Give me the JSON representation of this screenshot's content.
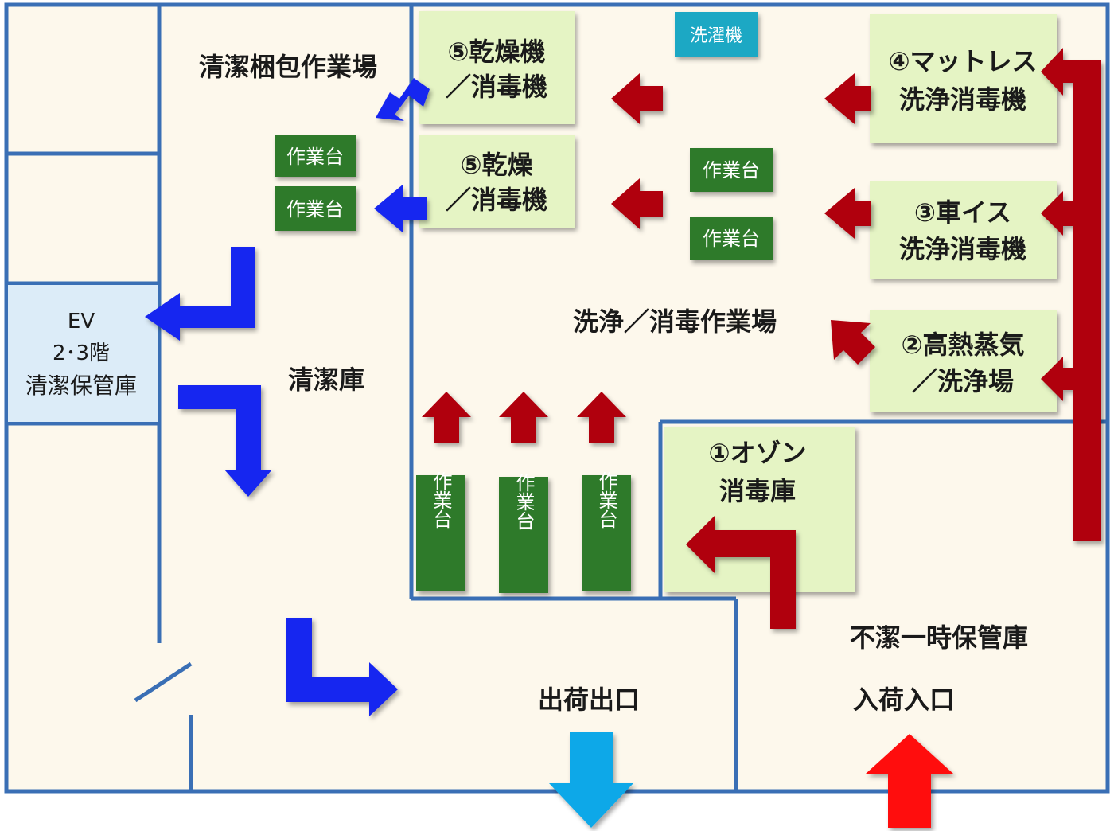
{
  "rooms": {
    "clean_packing": "清潔梱包作業場",
    "clean_storage": "清潔庫",
    "wash_work": "洗浄／消毒作業場",
    "dirty_storage": "不潔一時保管庫",
    "shipping_exit": "出荷出口",
    "receiving_entrance": "入荷入口"
  },
  "ev": {
    "line1": "EV",
    "line2": "2･3階",
    "line3": "清潔保管庫"
  },
  "machines": {
    "dryer1": {
      "line1": "⑤乾燥機",
      "line2": "／消毒機"
    },
    "dryer2": {
      "line1": "⑤乾燥",
      "line2": "／消毒機"
    },
    "mattress": {
      "line1": "④マットレス",
      "line2": "洗浄消毒機"
    },
    "wheelchair": {
      "line1": "③車イス",
      "line2": "洗浄消毒機"
    },
    "steam": {
      "line1": "②高熱蒸気",
      "line2": "／洗浄場"
    },
    "ozone": {
      "line1": "①オゾン",
      "line2": "消毒庫"
    },
    "washer": "洗濯機"
  },
  "workbench": "作業台",
  "colors": {
    "floor": "#fdf8ec",
    "wall": "#3a6fb5",
    "machine_fill": "#e5f4c4",
    "workbench": "#2e7a2a",
    "washer": "#1aa8c4",
    "ev_fill": "#dcecf8",
    "arrow_dirty": "#b00010",
    "arrow_clean": "#1426f0",
    "arrow_exit": "#10a8e8",
    "arrow_entry": "#ff1010"
  }
}
